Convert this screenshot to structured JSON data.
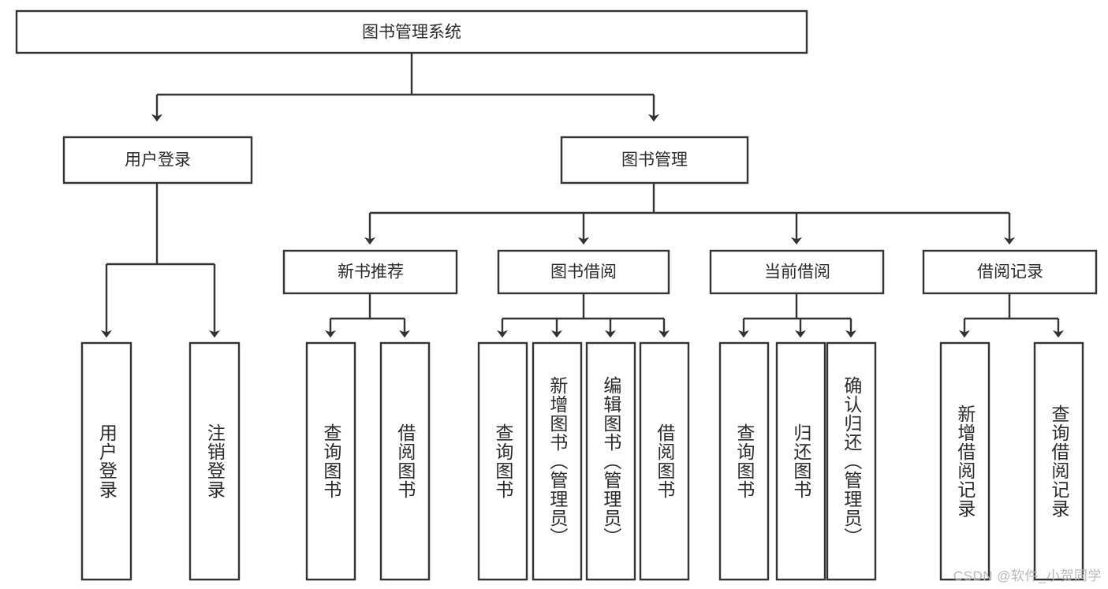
{
  "diagram": {
    "title": "图书管理系统",
    "type": "tree",
    "root": {
      "label": "图书管理系统"
    },
    "level1": [
      {
        "label": "用户登录"
      },
      {
        "label": "图书管理"
      }
    ],
    "level2": [
      {
        "label": "新书推荐",
        "parent": "图书管理"
      },
      {
        "label": "图书借阅",
        "parent": "图书管理"
      },
      {
        "label": "当前借阅",
        "parent": "图书管理"
      },
      {
        "label": "借阅记录",
        "parent": "图书管理"
      }
    ],
    "leaves": {
      "user_login": [
        {
          "label": "用户登录"
        },
        {
          "label": "注销登录"
        }
      ],
      "new_book_recommend": [
        {
          "label": "查询图书"
        },
        {
          "label": "借阅图书"
        }
      ],
      "book_borrow": [
        {
          "label": "查询图书"
        },
        {
          "label": "新增图书（管理员）"
        },
        {
          "label": "编辑图书（管理员）"
        },
        {
          "label": "借阅图书"
        }
      ],
      "current_borrow": [
        {
          "label": "查询图书"
        },
        {
          "label": "归还图书"
        },
        {
          "label": "确认归还（管理员）"
        }
      ],
      "borrow_record": [
        {
          "label": "新增借阅记录"
        },
        {
          "label": "查询借阅记录"
        }
      ]
    }
  },
  "watermark": {
    "text": "CSDN @软件_小贺同学"
  },
  "colors": {
    "stroke": "#333333",
    "text": "#2b2b2b",
    "background": "#ffffff",
    "watermark": "#b9b9b9"
  }
}
